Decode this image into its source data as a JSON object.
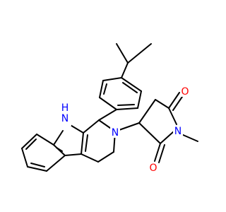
{
  "molecule": {
    "colors": {
      "carbon_bond": "#000000",
      "nitrogen": "#0000ff",
      "oxygen": "#ff0000",
      "background": "#ffffff"
    },
    "atom_labels": {
      "indole_nh": "H\nN",
      "ring_n": "N",
      "imide_n": "N",
      "carbonyl_o_upper": "O",
      "carbonyl_o_lower": "O"
    }
  }
}
